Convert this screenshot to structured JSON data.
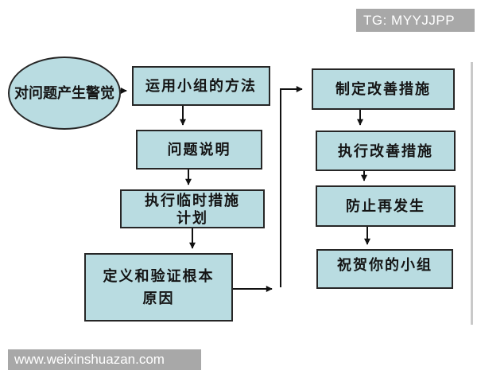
{
  "watermarks": {
    "tg_label": "TG: MYYJJPP",
    "site_label": "www.weixinshuazan.com"
  },
  "colors": {
    "node_fill": "#b9dce1",
    "node_border": "#262626",
    "connector": "#111111",
    "watermark_bg": "#a8a8a8",
    "watermark_text": "#ffffff",
    "canvas_bg": "#ffffff",
    "edge_divider": "#c9c9c9"
  },
  "flowchart": {
    "start": {
      "label": "对问题产生警觉"
    },
    "left_steps": [
      {
        "label": "运用小组的方法"
      },
      {
        "label": "问题说明"
      },
      {
        "label": "执行临时措施\n计划"
      },
      {
        "label": "定义和验证根本\n原因"
      }
    ],
    "right_steps": [
      {
        "label": "制定改善措施"
      },
      {
        "label": "执行改善措施"
      },
      {
        "label": "防止再发生"
      },
      {
        "label": "祝贺你的小组"
      }
    ]
  }
}
